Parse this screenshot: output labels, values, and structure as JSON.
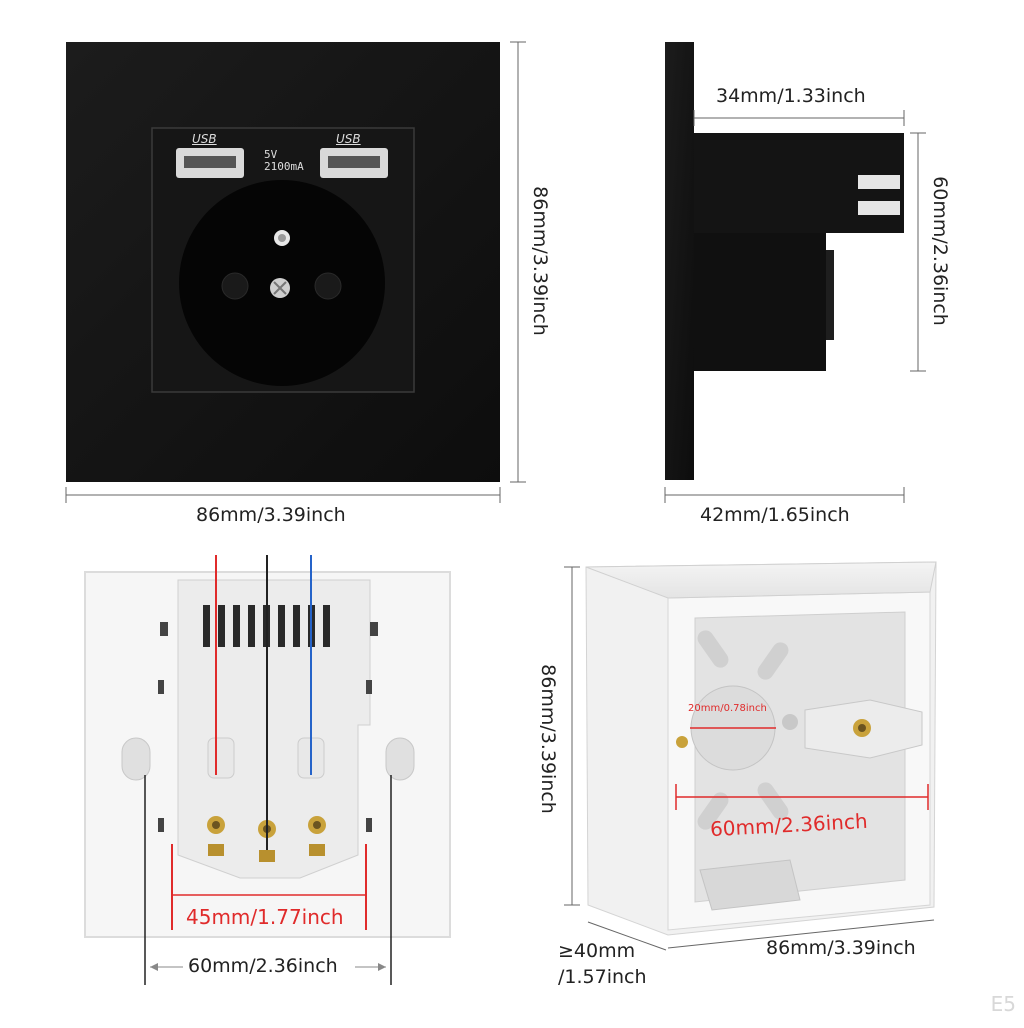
{
  "front": {
    "usb_left": "USB",
    "usb_right": "USB",
    "rating_voltage": "5V",
    "rating_current": "2100mA",
    "height_label": "86mm/3.39inch",
    "width_label": "86mm/3.39inch"
  },
  "side": {
    "depth_label": "34mm/1.33inch",
    "module_height_label": "60mm/2.36inch",
    "total_depth_label": "42mm/1.65inch"
  },
  "back": {
    "terminal_spacing_label": "45mm/1.77inch",
    "hole_spacing_label": "60mm/2.36inch",
    "wire_colors": [
      "#e02b2b",
      "#222222",
      "#2563c9"
    ]
  },
  "box": {
    "height_label": "86mm/3.39inch",
    "hole_label": "20mm/0.78inch",
    "inner_width_label": "60mm/2.36inch",
    "width_label": "86mm/3.39inch",
    "depth_label_1": "≥40mm",
    "depth_label_2": "/1.57inch"
  },
  "watermark": "E5"
}
